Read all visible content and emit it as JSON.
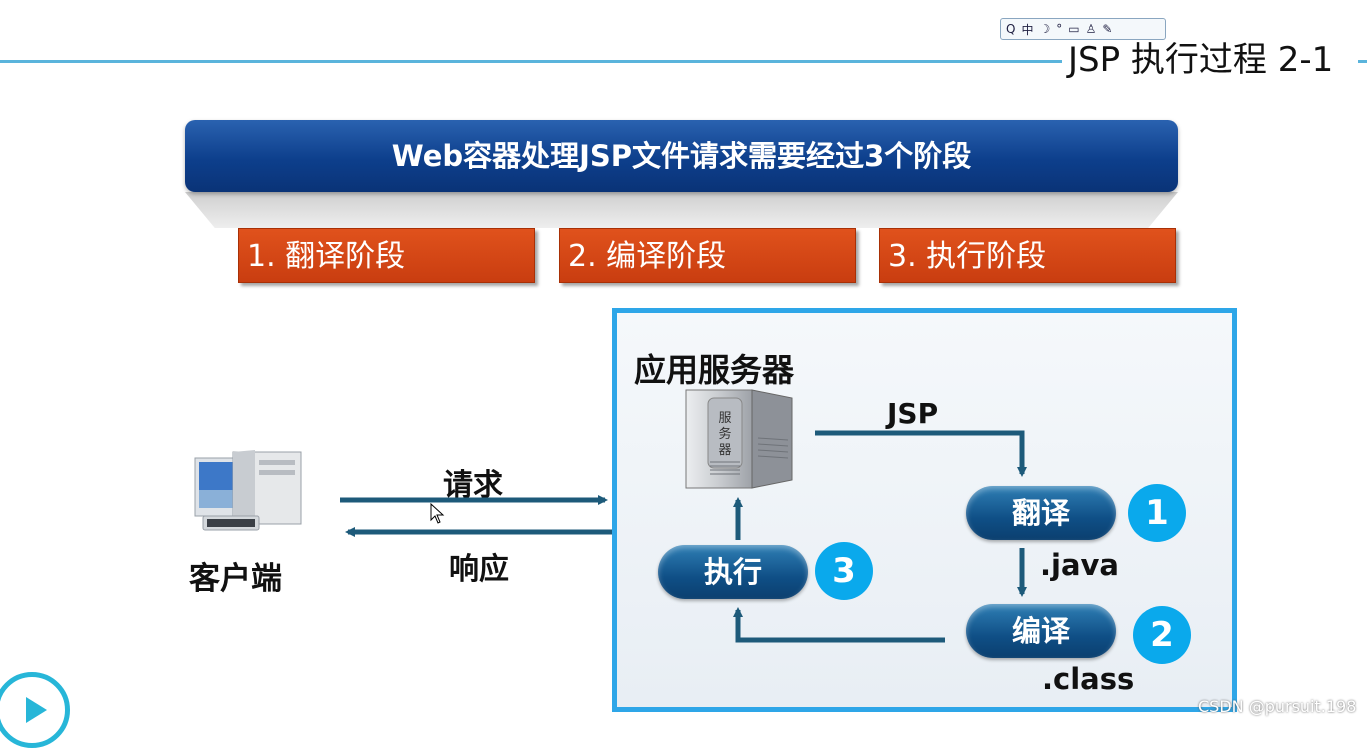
{
  "header": {
    "title": "JSP 执行过程 2-1",
    "toolbar_items": [
      "Q",
      "中",
      "☽",
      "°",
      "▭",
      "♙",
      "✎"
    ]
  },
  "banner": {
    "text": "Web容器处理JSP文件请求需要经过3个阶段"
  },
  "phases": [
    {
      "label": "1. 翻译阶段"
    },
    {
      "label": "2. 编译阶段"
    },
    {
      "label": "3. 执行阶段"
    }
  ],
  "client": {
    "label": "客户端"
  },
  "flow": {
    "request": "请求",
    "response": "响应"
  },
  "server": {
    "title": "应用服务器",
    "box_text": "服务器",
    "jsp_label": "JSP",
    "java_label": ".java",
    "class_label": ".class",
    "steps": [
      {
        "label": "翻译",
        "number": "1"
      },
      {
        "label": "编译",
        "number": "2"
      },
      {
        "label": "执行",
        "number": "3"
      }
    ]
  },
  "watermark": "CSDN @pursuit.198",
  "colors": {
    "banner": "#0d3f8c",
    "phase": "#d94716",
    "server_border": "#2ea6e8",
    "pill": "#0f4f86",
    "circle": "#0aa9ec",
    "arrow": "#1d5a7a"
  }
}
